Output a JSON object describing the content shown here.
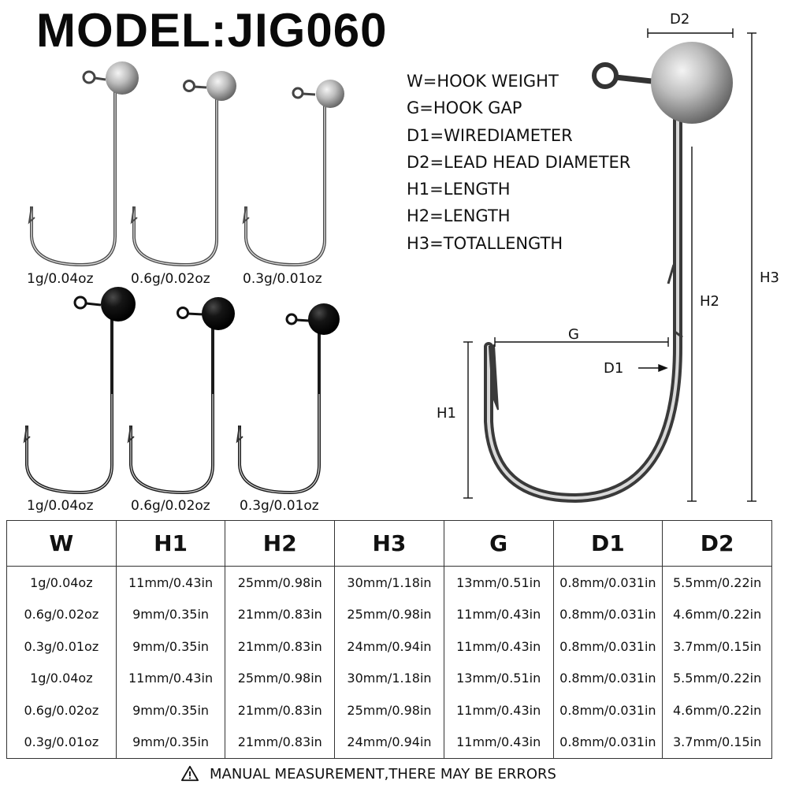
{
  "title": "MODEL:JIG060",
  "hooks": {
    "silver": [
      "1g/0.04oz",
      "0.6g/0.02oz",
      "0.3g/0.01oz"
    ],
    "black": [
      "1g/0.04oz",
      "0.6g/0.02oz",
      "0.3g/0.01oz"
    ]
  },
  "legend": [
    "W=HOOK WEIGHT",
    "G=HOOK GAP",
    "D1=WIREDIAMETER",
    "D2=LEAD HEAD DIAMETER",
    "H1=LENGTH",
    "H2=LENGTH",
    "H3=TOTALLENGTH"
  ],
  "diagram_labels": {
    "d2": "D2",
    "h3": "H3",
    "h2": "H2",
    "g": "G",
    "d1": "D1",
    "h1": "H1"
  },
  "table": {
    "headers": [
      "W",
      "H1",
      "H2",
      "H3",
      "G",
      "D1",
      "D2"
    ],
    "rows": [
      [
        "1g/0.04oz",
        "11mm/0.43in",
        "25mm/0.98in",
        "30mm/1.18in",
        "13mm/0.51in",
        "0.8mm/0.031in",
        "5.5mm/0.22in"
      ],
      [
        "0.6g/0.02oz",
        "9mm/0.35in",
        "21mm/0.83in",
        "25mm/0.98in",
        "11mm/0.43in",
        "0.8mm/0.031in",
        "4.6mm/0.22in"
      ],
      [
        "0.3g/0.01oz",
        "9mm/0.35in",
        "21mm/0.83in",
        "24mm/0.94in",
        "11mm/0.43in",
        "0.8mm/0.031in",
        "3.7mm/0.15in"
      ],
      [
        "1g/0.04oz",
        "11mm/0.43in",
        "25mm/0.98in",
        "30mm/1.18in",
        "13mm/0.51in",
        "0.8mm/0.031in",
        "5.5mm/0.22in"
      ],
      [
        "0.6g/0.02oz",
        "9mm/0.35in",
        "21mm/0.83in",
        "25mm/0.98in",
        "11mm/0.43in",
        "0.8mm/0.031in",
        "4.6mm/0.22in"
      ],
      [
        "0.3g/0.01oz",
        "9mm/0.35in",
        "21mm/0.83in",
        "24mm/0.94in",
        "11mm/0.43in",
        "0.8mm/0.031in",
        "3.7mm/0.15in"
      ]
    ]
  },
  "warning": "MANUAL MEASUREMENT,THERE MAY BE ERRORS",
  "colors": {
    "silver_head": "#b8b8b8",
    "black_head": "#141414",
    "wire": "#555555"
  }
}
